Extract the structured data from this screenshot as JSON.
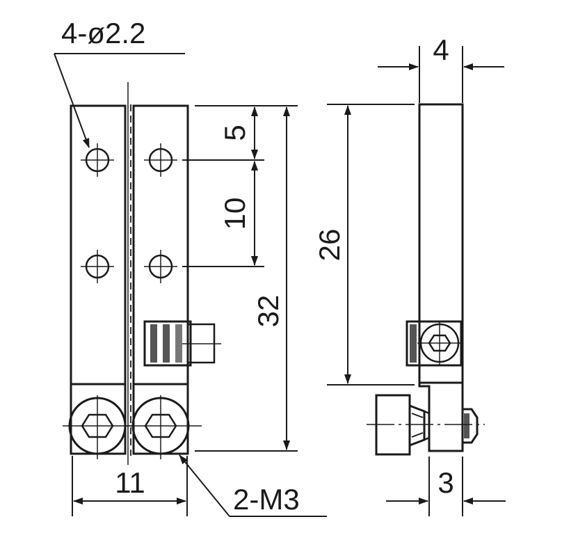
{
  "colors": {
    "brass_light": "#fbe7b0",
    "brass_mid": "#e2b96a",
    "brass_dark": "#c9955a",
    "outline": "#1a1a1a",
    "background": "#ffffff"
  },
  "labels": {
    "holes": "4-ø2.2",
    "screws": "2-M3"
  },
  "dimensions": {
    "hole_offset": "5",
    "hole_spacing": "10",
    "total_length": "32",
    "height_26": "26",
    "width_11": "11",
    "thickness_4": "4",
    "thickness_3": "3"
  },
  "icons": {
    "hex_socket": "hex-socket-icon",
    "hole_crosshair": "crosshair-hole-icon"
  }
}
